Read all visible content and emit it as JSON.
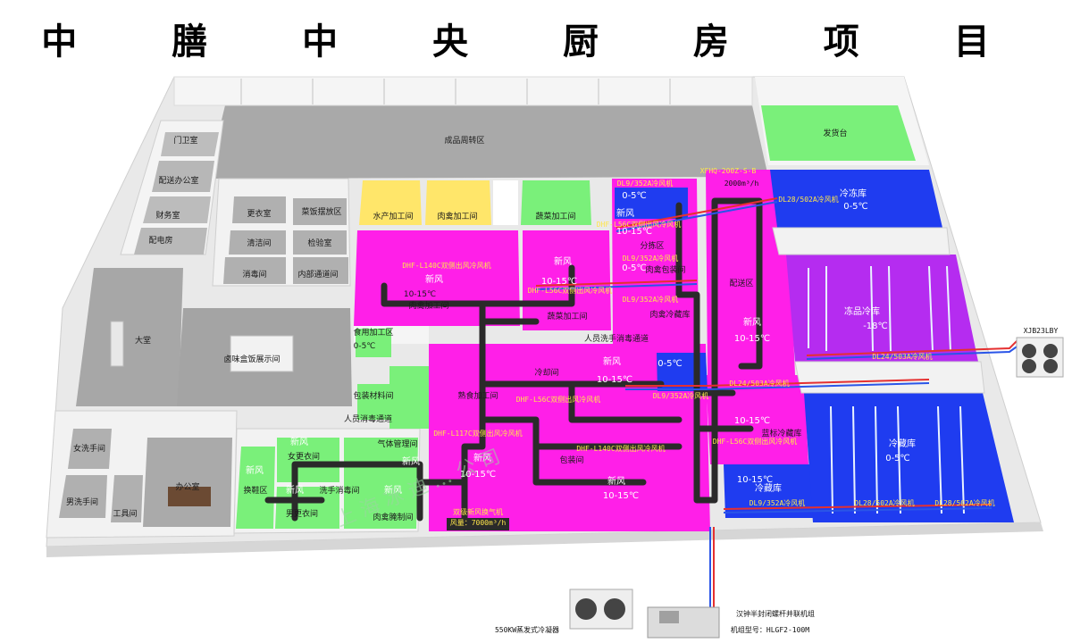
{
  "title": "中 膳 中 央 厨 房 项 目",
  "watermark": "上 海 冰 迪 … 公 司",
  "colors": {
    "magenta": "#ff1fe8",
    "purple": "#b52cf0",
    "blue": "#1f3cf0",
    "green": "#7af07a",
    "yellow": "#ffe66a",
    "grey": "#a8a8a8",
    "wall": "#f2f2f2",
    "duct": "#2a2a2a",
    "pipe_red": "#e53030",
    "pipe_blue": "#2a55e8"
  },
  "rooms": {
    "warehouse": "成品周转区",
    "menwei": "门卫室",
    "peisong": "配送办公室",
    "caiwu": "财务室",
    "peidian": "配电房",
    "gengyi_s": "更衣室",
    "qingjie": "清洁间",
    "jiancha": "检验室",
    "xiaodu": "消毒间",
    "gongju": "工具间",
    "zaoshiting": "菜饭摆放区",
    "shuichan": "水产加工间",
    "rouqin": "肉禽加工间",
    "shucai": "蔬菜加工间",
    "shiyong": "食用加工区",
    "rouqin2": "肉禽加工间",
    "shucai2": "蔬菜加工间",
    "rouqin_bao": "肉禽包装间",
    "rouqin_lc": "肉禽冷藏库",
    "lanbiao": "蓝标冷藏库",
    "jiagong_zx": "熟食加工间",
    "guodu": "人员洗手消毒通道",
    "fenjian": "分拣区",
    "baozhuang": "包装间",
    "peisong_q": "配送区",
    "dating": "大堂",
    "jiemian": "卤味盒饭展示间",
    "baoguo": "包装材料间",
    "dongcang": "冷冻库",
    "dongcang2": "冻品冷库",
    "lengcang": "冷藏库",
    "fahuo": "发货台",
    "nv_gengyi": "女更衣间",
    "nan_gengyi": "男更衣间",
    "nv_xishou": "女洗手间",
    "nan_xishou": "男洗手间",
    "huanxie": "换鞋区",
    "xishou": "洗手消毒间",
    "neibu": "内部通道间",
    "bangong": "办公室",
    "qiguan": "气体管理间",
    "rouqin_zhaobei": "肉禽腌制间",
    "lengque": "冷却间",
    "renyuan_tongdao": "人员消毒通道"
  },
  "temps": {
    "t1": "10-15℃",
    "t2": "10-15℃",
    "t3": "0-5℃",
    "t4": "10-15℃",
    "t5": "0-5℃",
    "t6": "10-15℃",
    "t7": "0-5℃",
    "t8": "10-15℃",
    "t9": "-18℃",
    "t10": "0-5℃",
    "t11": "10-15℃",
    "t12": "10-15℃",
    "t13": "0-5℃",
    "t14": "0-5℃",
    "t15": "10-15℃",
    "t16": "10-15℃"
  },
  "fresh_air": "新风",
  "equipment": {
    "dl_a": "DL9/352A冷风机",
    "dl_b": "DL9/352A冷风机",
    "dl_c": "DL9/352A冷风机",
    "dl_d": "DL9/352A冷风机",
    "dl_e": "DL9/352A冷风机",
    "dl_f": "DL28/502A冷风机",
    "dl_g": "DL28/502A冷风机",
    "dl_h": "DL28/502A冷风机",
    "dl_i": "DL24/503A冷风机",
    "dl_j": "DL9/352A冷风机",
    "dl_k": "DL24/503A冷风机",
    "xfhq": "XFHQ-200Z-S-B",
    "xfhq_flow": "2000m³/h",
    "dhf1": "DHF-L140C双侧出风冷风机",
    "dhf2": "DHF-L56C双侧出风冷风机",
    "dhf3": "DHF-L56C双侧出风冷风机",
    "dhf4": "DHF-L56C双侧出风冷风机",
    "dhf5": "DHF-L117C双侧出风冷风机",
    "dhf6": "DHF-L140C双侧出风冷风机",
    "dhf7": "DHF-L56C双侧出风冷风机",
    "fresh_unit": "双级新风换气机",
    "fresh_flow": "风量：7000m³/h",
    "outdoor": "XJB23LBY",
    "condenser": "550KW蒸发式冷凝器",
    "unit_name": "汉钟半封闭螺杆并联机组",
    "unit_model": "机组型号：HLGF2-100M"
  }
}
